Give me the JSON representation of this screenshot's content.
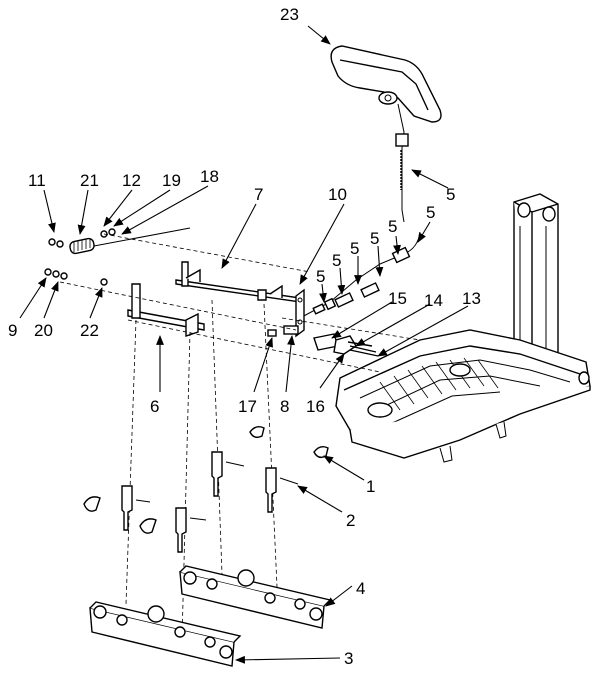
{
  "callouts": [
    "23",
    "5",
    "5",
    "5",
    "5",
    "5",
    "5",
    "5",
    "11",
    "21",
    "12",
    "19",
    "18",
    "7",
    "10",
    "9",
    "20",
    "22",
    "15",
    "14",
    "13",
    "6",
    "17",
    "8",
    "16",
    "1",
    "2",
    "4",
    "3"
  ]
}
